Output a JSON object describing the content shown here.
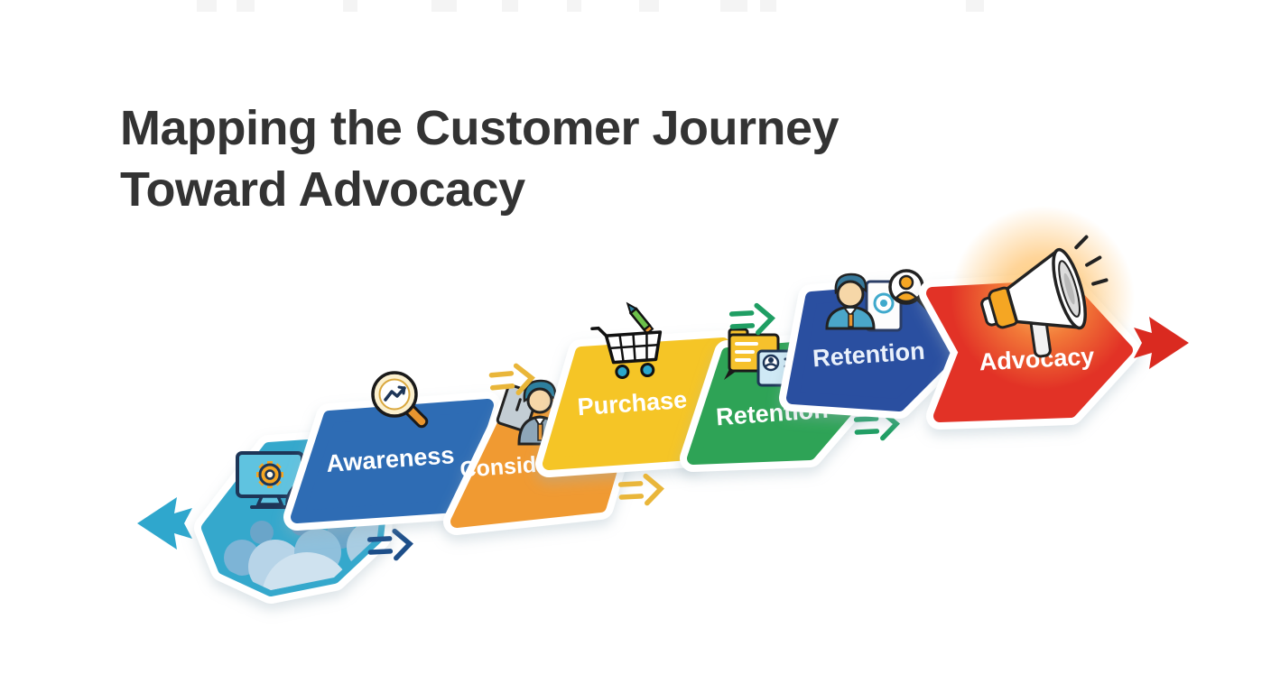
{
  "title": {
    "line1": "Mapping the Customer Journey",
    "line2": "Toward Advocacy"
  },
  "journey": {
    "stages": [
      {
        "label": "",
        "name": "online-entry",
        "color": "#35a8cc",
        "icon": "computer-gear-user-clouds"
      },
      {
        "label": "Awareness",
        "name": "awareness",
        "color": "#2e6cb4",
        "icon": "magnifier-trend"
      },
      {
        "label": "Consideration",
        "name": "consideration",
        "color": "#f09a33",
        "icon": "advisor-with-child"
      },
      {
        "label": "Purchase",
        "name": "purchase",
        "color": "#f5c527",
        "icon": "shopping-cart-pencil"
      },
      {
        "label": "Retention",
        "name": "retention-green",
        "color": "#2fa356",
        "icon": "folder-id-card"
      },
      {
        "label": "Retention",
        "name": "retention-blue",
        "color": "#2b4fa0",
        "icon": "customer-profile-magnifier"
      },
      {
        "label": "Advocacy",
        "name": "advocacy",
        "color": "#e23128",
        "icon": "megaphone-glow"
      }
    ],
    "connectors": [
      {
        "color": "#1d4e89",
        "position": "after-entry-blob"
      },
      {
        "color": "#e9b63a",
        "position": "above-consideration"
      },
      {
        "color": "#e9b63a",
        "position": "below-purchase"
      },
      {
        "color": "#1f9e63",
        "position": "above-green-retention"
      },
      {
        "color": "#1f9e63",
        "position": "right-of-green-retention"
      }
    ],
    "flow_arrows": {
      "start_color": "#2fa7cd",
      "end_color": "#da2a20"
    }
  }
}
